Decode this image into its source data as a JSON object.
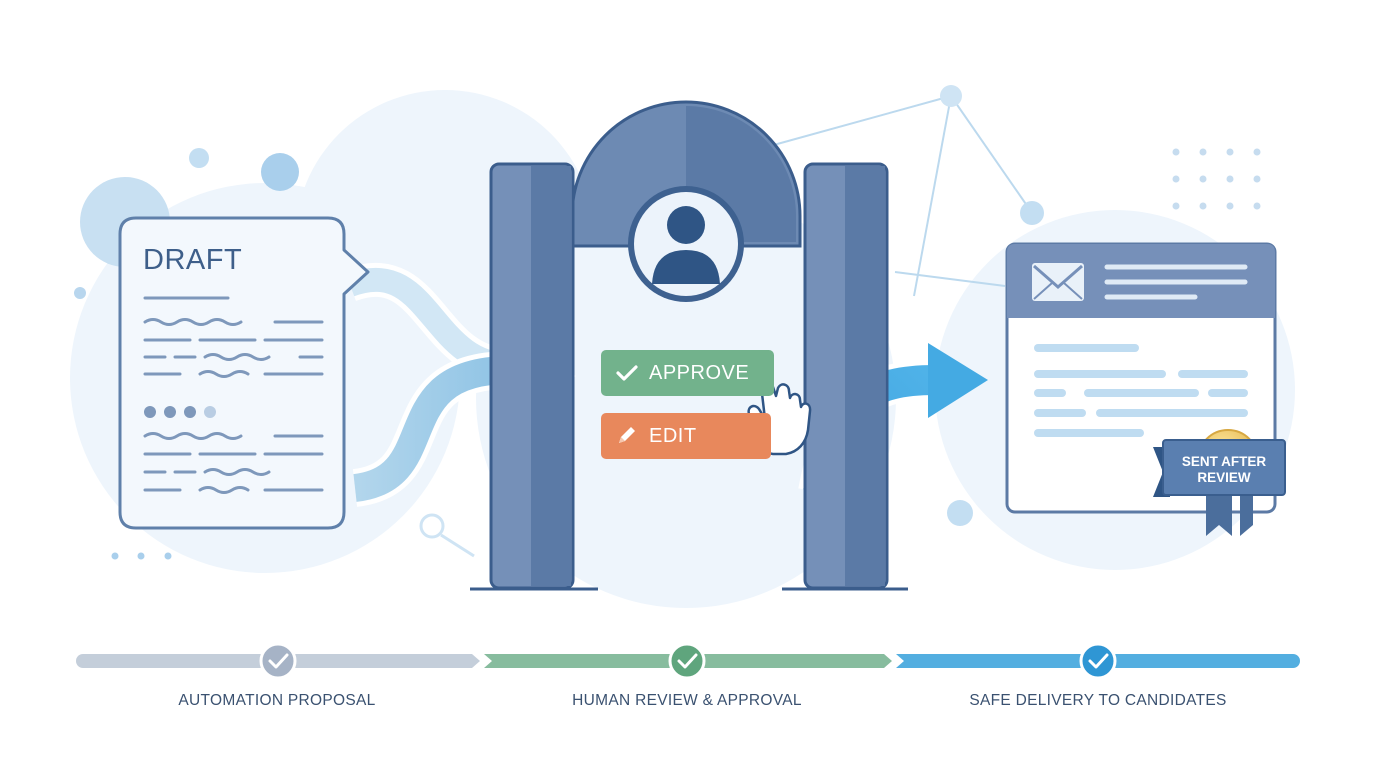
{
  "draft_card": {
    "title": "DRAFT"
  },
  "review_actions": {
    "approve_label": "APPROVE",
    "edit_label": "EDIT"
  },
  "email_card": {
    "badge_text": "SENT AFTER REVIEW"
  },
  "timeline": {
    "steps": [
      {
        "label": "AUTOMATION PROPOSAL",
        "color": "#c4ceda"
      },
      {
        "label": "HUMAN REVIEW & APPROVAL",
        "color": "#87bc9e"
      },
      {
        "label": "SAFE DELIVERY TO CANDIDATES",
        "color": "#53aee0"
      }
    ]
  },
  "colors": {
    "approve": "#72b28c",
    "edit": "#e8885c",
    "gate": "#5878a6",
    "accent_blue": "#4aa9e0"
  },
  "icons": [
    "user-avatar-icon",
    "check-icon",
    "pencil-icon",
    "pointer-hand-icon",
    "envelope-icon",
    "award-ribbon-icon"
  ]
}
